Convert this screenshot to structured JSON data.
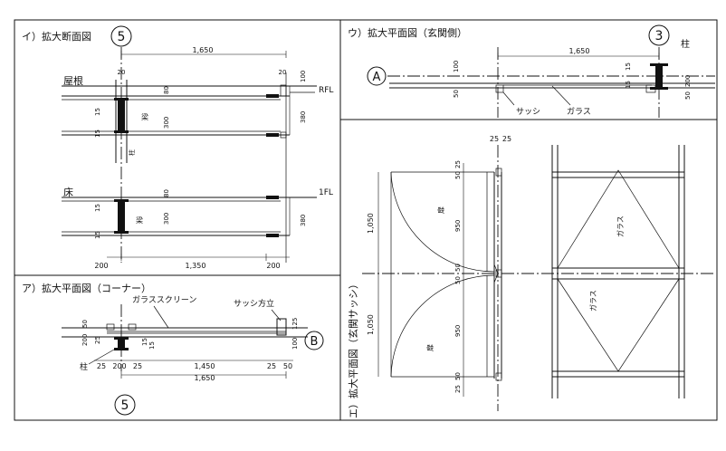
{
  "panels": {
    "i": {
      "title": "イ）拡大断面図",
      "grid_label": "5",
      "roof_label": "屋根",
      "floor_label": "床",
      "rfl": "RFL",
      "fl": "1FL",
      "beam": "梁",
      "column": "柱",
      "dim_top_span": "1,650",
      "dim_top_left": "20",
      "dim_top_right": "20",
      "dim_100": "100",
      "dim_80": "80",
      "dim_300": "300",
      "dim_380": "380",
      "dim_15a": "15",
      "dim_15b": "15",
      "dim_80b": "80",
      "dim_300b": "300",
      "dim_380b": "380",
      "dim_15c": "15",
      "dim_15d": "15",
      "dim_bot_left": "200",
      "dim_bot_mid": "1,350",
      "dim_bot_right": "200"
    },
    "a": {
      "title": "ア）拡大平面図（コーナー）",
      "glass_screen": "ガラススクリーン",
      "sash_mullion": "サッシ方立",
      "column": "柱",
      "grid_top": "5",
      "grid_right": "B",
      "dim_50": "50",
      "dim_200": "200",
      "dim_25": "25",
      "dim_15a": "15",
      "dim_15b": "15",
      "dim_125": "125",
      "dim_100": "100",
      "dim_b25a": "25",
      "dim_b200": "200",
      "dim_b25b": "25",
      "dim_b1450": "1,450",
      "dim_b25c": "25",
      "dim_b50": "50",
      "dim_b1650": "1,650"
    },
    "u": {
      "title": "ウ）拡大平面図（玄関側）",
      "grid_left": "A",
      "grid_right": "3",
      "column": "柱",
      "sash": "サッシ",
      "glass": "ガラス",
      "dim_span": "1,650",
      "dim_100": "100",
      "dim_50": "50",
      "dim_15a": "15",
      "dim_15b": "15",
      "dim_200": "200",
      "dim_50r": "50"
    },
    "e": {
      "title": "エ）拡大平面図（玄関サッシ）",
      "door": "扉",
      "glass": "ガラス",
      "dim_25a": "25",
      "dim_25b": "25",
      "dim_1050a": "1,050",
      "dim_1050b": "1,050",
      "dim_950a": "950",
      "dim_950b": "950",
      "dim_50a": "50",
      "dim_50b": "50",
      "dim_50c": "50",
      "dim_50d": "50",
      "dim_25c": "25",
      "dim_25d": "25"
    }
  }
}
